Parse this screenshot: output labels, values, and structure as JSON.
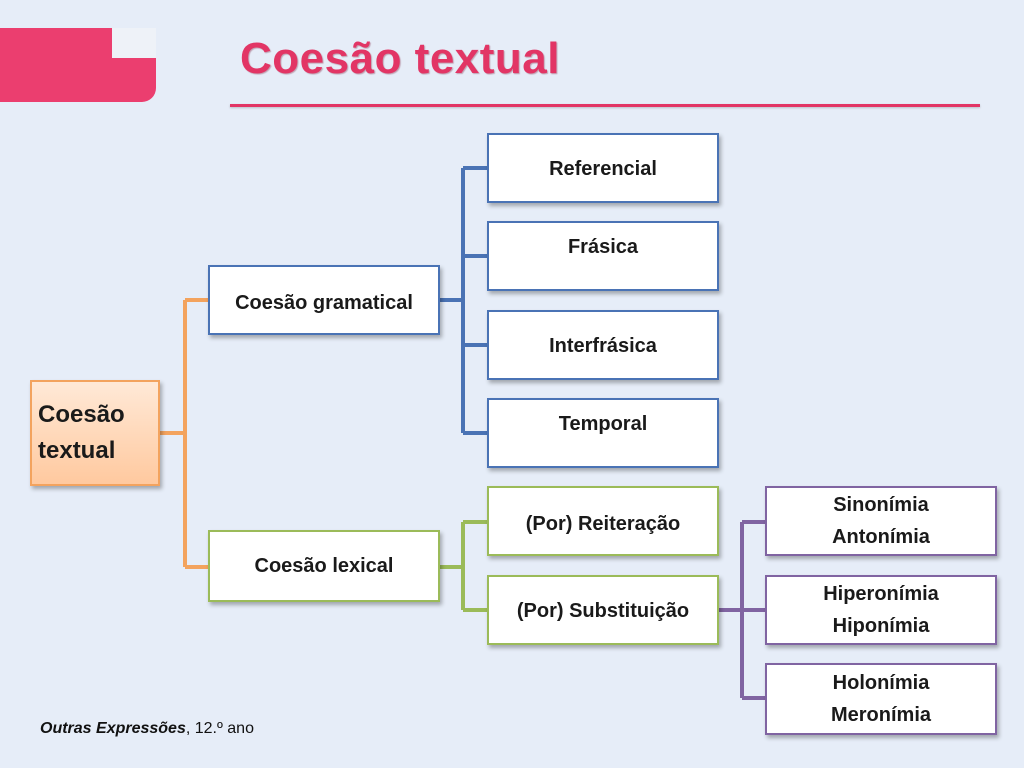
{
  "slide": {
    "title": "Coesão textual",
    "footer_title": "Outras Expressões",
    "footer_rest": ", 12.º ano"
  },
  "diagram": {
    "root": "Coesão\ntextual",
    "gramatical": {
      "label": "Coesão gramatical",
      "children": [
        "Referencial",
        "Frásica",
        "Interfrásica",
        "Temporal"
      ]
    },
    "lexical": {
      "label": "Coesão lexical",
      "children": [
        "(Por) Reiteração",
        "(Por) Substituição"
      ],
      "substituicao_children": [
        "Sinonímia\nAntonímia",
        "Hiperonímia\nHiponímia",
        "Holonímia\nMeronímia"
      ]
    }
  },
  "colors": {
    "accent": "#e23565",
    "root_border": "#f3a35e",
    "gramatical_line": "#4a73b5",
    "lexical_line": "#9bbb59",
    "substituicao_line": "#8064a2"
  }
}
